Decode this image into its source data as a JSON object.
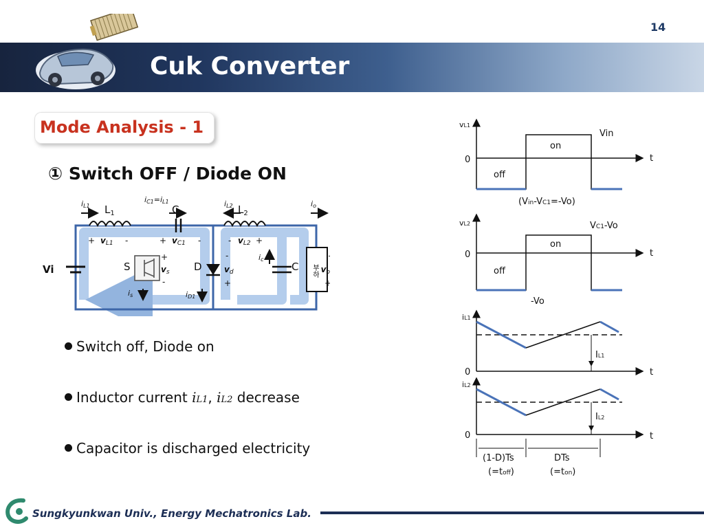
{
  "slide": {
    "number": "14",
    "title": "Cuk Converter",
    "section_tab": "Mode Analysis - 1",
    "mode_heading": "① Switch OFF / Diode ON"
  },
  "bullets": [
    {
      "text": "Switch off, Diode on"
    },
    {
      "prefix": "Inductor current ",
      "math1": "i",
      "sub1": "L1",
      "sep": ",  ",
      "math2": "i",
      "sub2": "L2",
      "suffix": " decrease"
    },
    {
      "text": "Capacitor is discharged electricity"
    }
  ],
  "circuit": {
    "source": "Vi",
    "switch": "S",
    "diode": "D",
    "capacitor": "C",
    "L1": "L",
    "L1_sub": "1",
    "L2": "L",
    "L2_sub": "2",
    "C1": "C",
    "C1_sub": "1",
    "iL1": "i",
    "iL1_sub": "L1",
    "iC1": "i",
    "iC1_sub": "C1",
    "iC1_eq": "=i",
    "iC1_eq_sub": "L1",
    "iL2": "i",
    "iL2_sub": "L2",
    "io": "i",
    "io_sub": "o",
    "vL1": "v",
    "vL1_sub": "L1",
    "vC1": "v",
    "vC1_sub": "C1",
    "vL2": "v",
    "vL2_sub": "L2",
    "vs": "v",
    "vs_sub": "s",
    "vd": "v",
    "vd_sub": "d",
    "vo": "v",
    "vo_sub": "o",
    "ic": "i",
    "ic_sub": "c",
    "is": "i",
    "is_sub": "s",
    "iD1": "i",
    "iD1_sub": "D1",
    "load_label": "부하",
    "plus": "+",
    "minus": "-"
  },
  "waveforms": {
    "vL1": {
      "axis": "v",
      "axis_sub": "L1",
      "zero": "0",
      "t": "t",
      "high": "Vin",
      "on": "on",
      "off": "off",
      "low_label": "(V",
      "low_sub1": "in",
      "low_mid": "-V",
      "low_sub2": "C1",
      "low_end": "=-Vo)"
    },
    "vL2": {
      "axis": "v",
      "axis_sub": "L2",
      "zero": "0",
      "t": "t",
      "high": "V",
      "high_sub": "C1",
      "high_end": "-Vo",
      "on": "on",
      "off": "off",
      "low": "-Vo"
    },
    "iL1": {
      "axis": "i",
      "axis_sub": "L1",
      "zero": "0",
      "t": "t",
      "ripple": "I",
      "ripple_sub": "L1"
    },
    "iL2": {
      "axis": "i",
      "axis_sub": "L2",
      "zero": "0",
      "t": "t",
      "ripple": "I",
      "ripple_sub": "L2"
    },
    "timing": {
      "off_a": "(1-D)Ts",
      "off_b": "(=t",
      "off_sub": "off",
      "off_end": ")",
      "on_a": "DTs",
      "on_b": "(=t",
      "on_sub": "on",
      "on_end": ")"
    }
  },
  "footer": {
    "text": "Sungkyunkwan Univ., Energy Mechatronics Lab."
  },
  "colors": {
    "accent_red": "#c8321f",
    "navy": "#1c2e55",
    "wave_blue": "#3c64a8",
    "flow_blue": "#8fb3e0"
  }
}
